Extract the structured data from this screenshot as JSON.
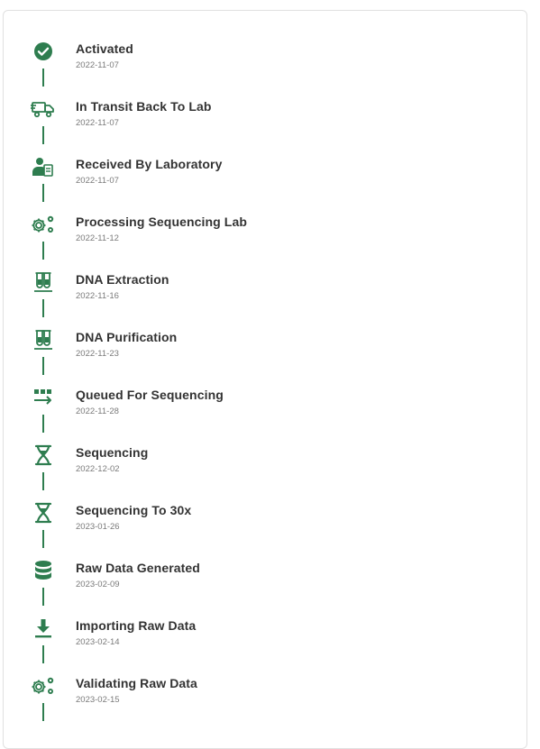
{
  "colors": {
    "accent": "#2e7d4f",
    "title": "#333333",
    "date": "#7a7a7a",
    "border": "#e0e0e0"
  },
  "steps": [
    {
      "icon": "check-circle-icon",
      "title": "Activated",
      "date": "2022-11-07"
    },
    {
      "icon": "truck-icon",
      "title": "In Transit Back To Lab",
      "date": "2022-11-07"
    },
    {
      "icon": "lab-person-icon",
      "title": "Received By Laboratory",
      "date": "2022-11-07"
    },
    {
      "icon": "gears-icon",
      "title": "Processing Sequencing Lab",
      "date": "2022-11-12"
    },
    {
      "icon": "test-tubes-icon",
      "title": "DNA Extraction",
      "date": "2022-11-16"
    },
    {
      "icon": "test-tubes-icon",
      "title": "DNA Purification",
      "date": "2022-11-23"
    },
    {
      "icon": "queue-icon",
      "title": "Queued For Sequencing",
      "date": "2022-11-28"
    },
    {
      "icon": "dna-icon",
      "title": "Sequencing",
      "date": "2022-12-02"
    },
    {
      "icon": "dna-icon",
      "title": "Sequencing To 30x",
      "date": "2023-01-26"
    },
    {
      "icon": "database-icon",
      "title": "Raw Data Generated",
      "date": "2023-02-09"
    },
    {
      "icon": "download-icon",
      "title": "Importing Raw Data",
      "date": "2023-02-14"
    },
    {
      "icon": "gears-icon",
      "title": "Validating Raw Data",
      "date": "2023-02-15"
    }
  ]
}
